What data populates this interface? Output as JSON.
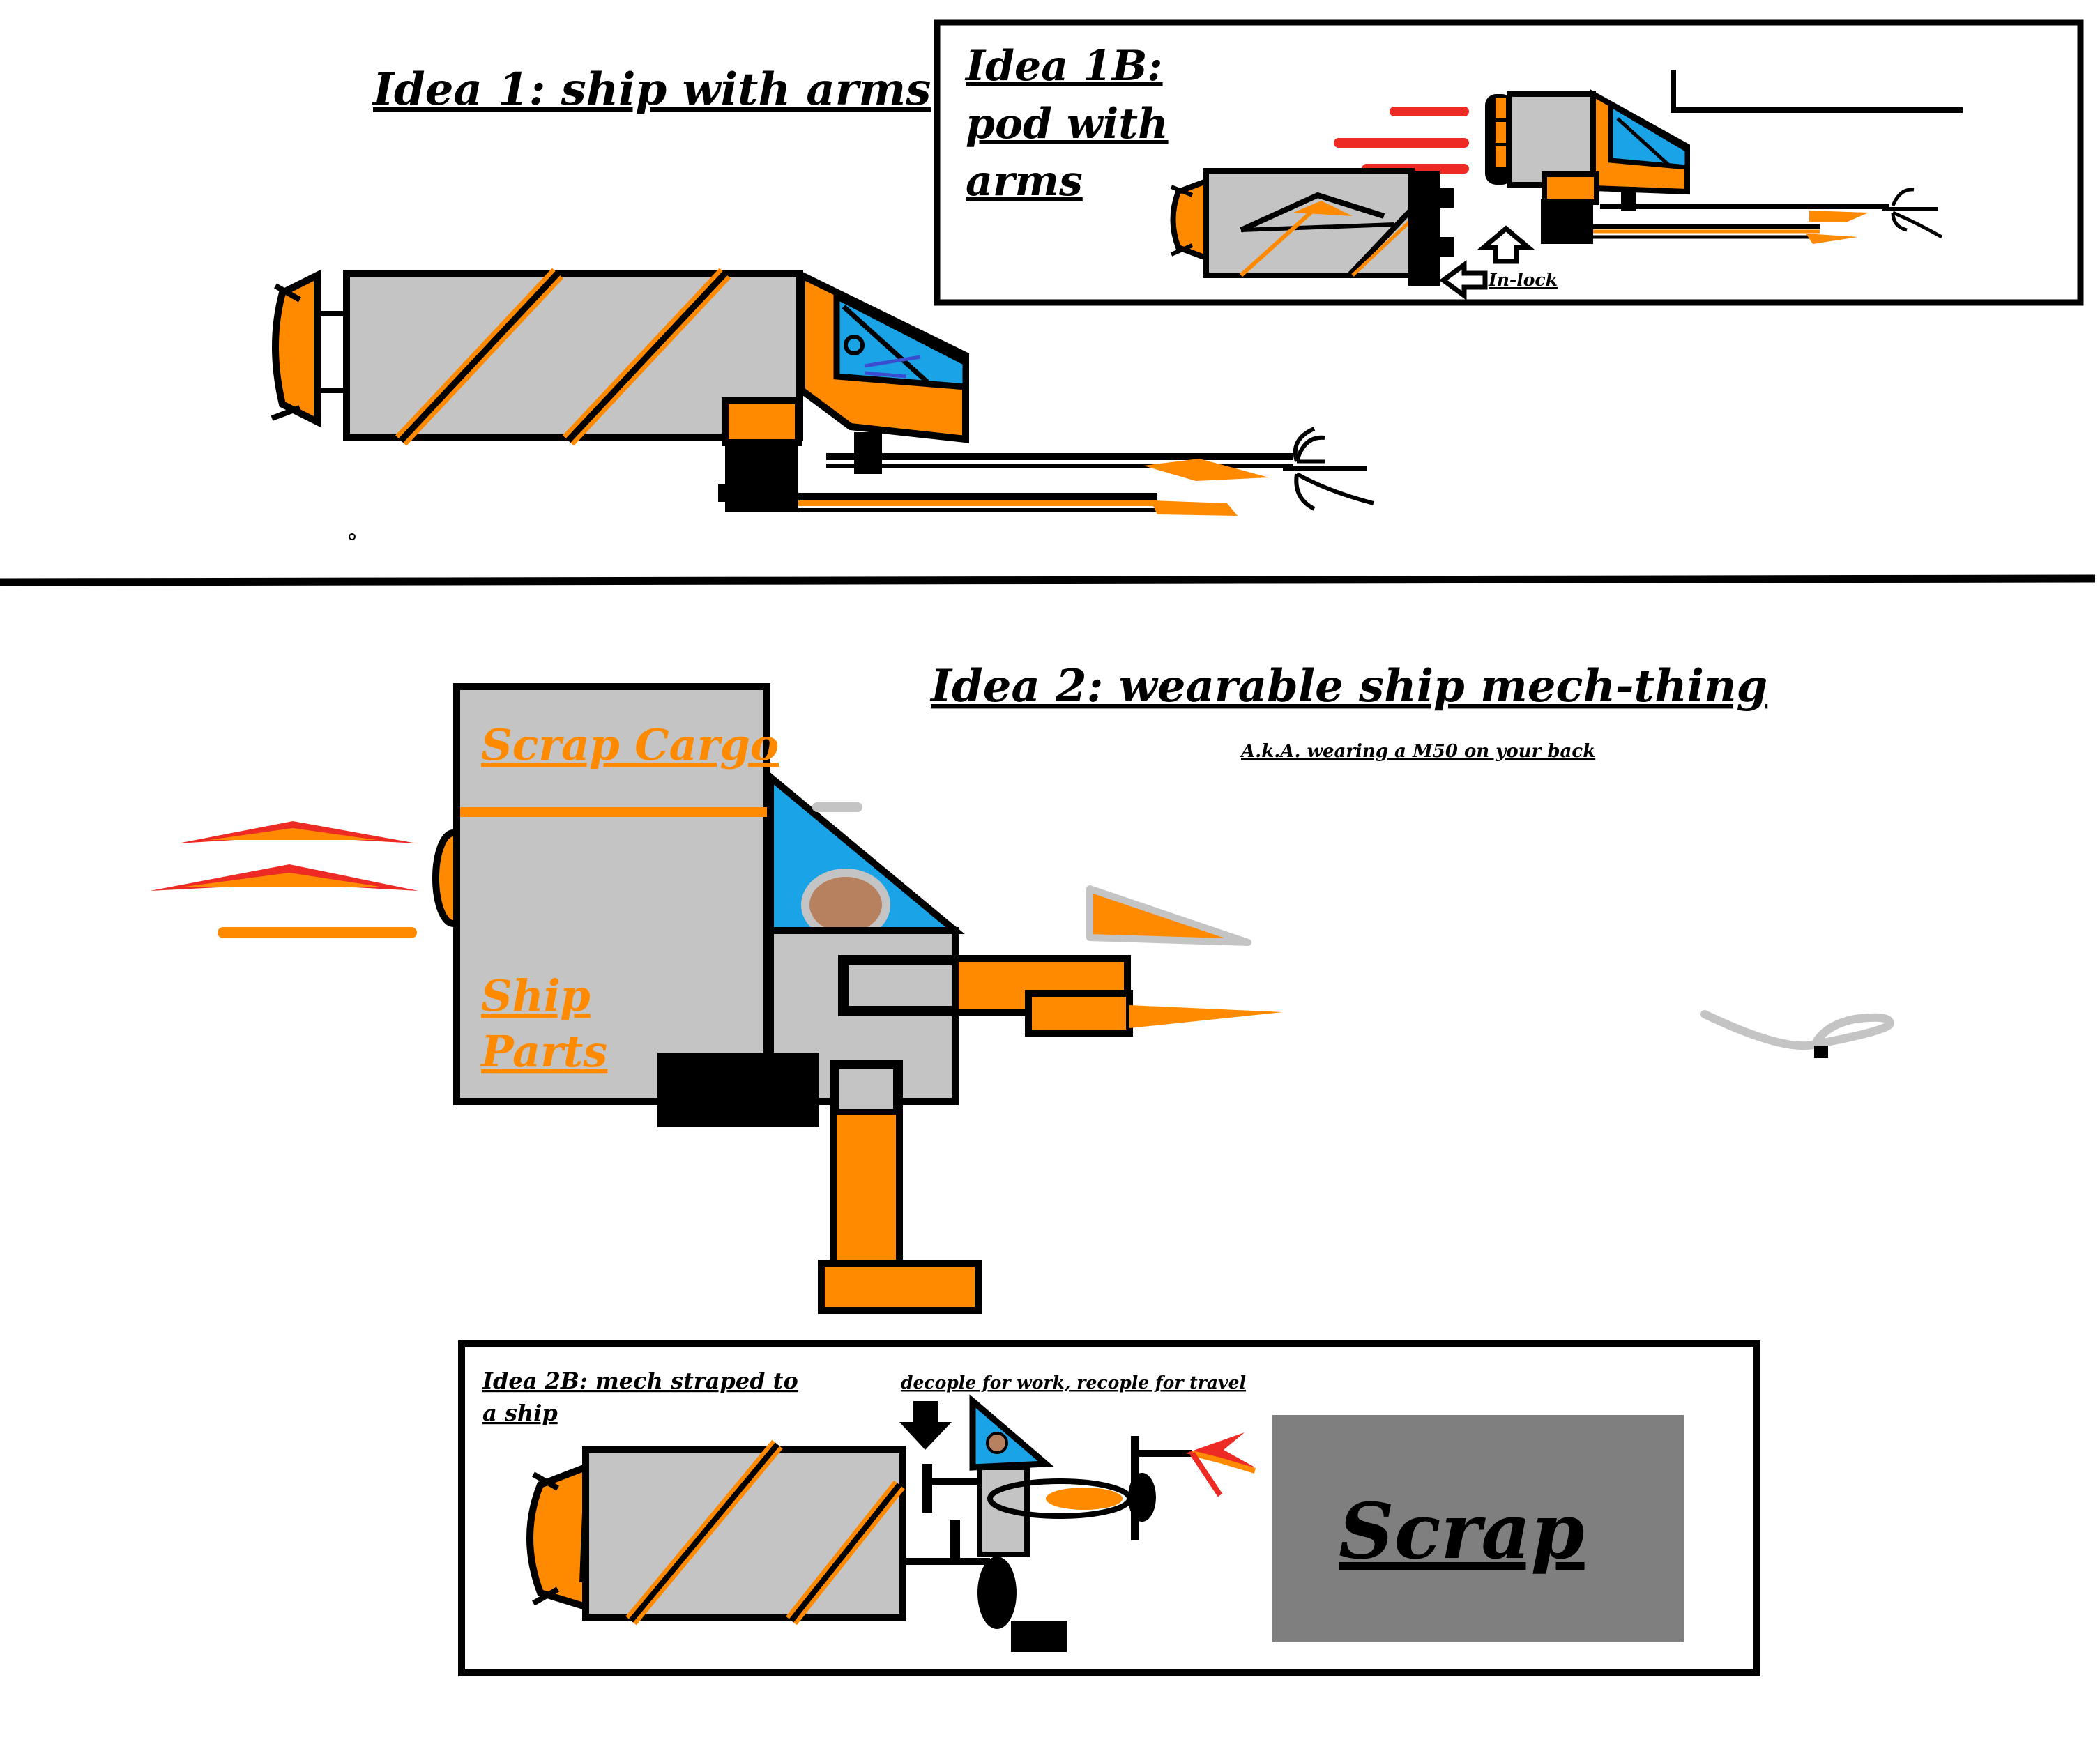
{
  "idea1": {
    "title": "Idea 1: ship with arms"
  },
  "idea1b": {
    "title_line1": "Idea 1B:",
    "title_line2": "pod with",
    "title_line3": "arms",
    "lock_label": "In-lock"
  },
  "idea2": {
    "title": "Idea 2: wearable ship mech-thing",
    "subtitle": "A.k.A. wearing a M50 on your back",
    "cargo_label": "Scrap Cargo",
    "parts_label_line1": "Ship",
    "parts_label_line2": "Parts"
  },
  "idea2b": {
    "title_line1": "Idea 2B: mech straped to",
    "title_line2": "a ship",
    "note": "decople for work, recople for travel",
    "scrap_label": "Scrap"
  },
  "colors": {
    "orange": "#ff8a00",
    "hull_gray": "#c4c4c4",
    "canopy_blue": "#1aa3e6",
    "thruster_red": "#ee2a24",
    "scrap_gray": "#7f7f7f",
    "ink": "#000000"
  }
}
